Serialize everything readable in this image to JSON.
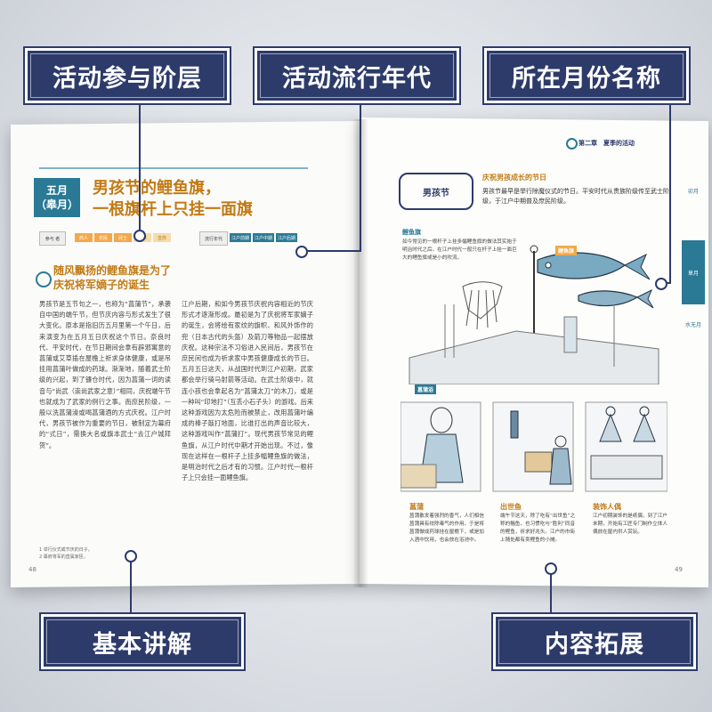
{
  "callouts": {
    "participation": "活动参与阶层",
    "era": "活动流行年代",
    "month": "所在月份名称",
    "basic": "基本讲解",
    "extended": "内容拓展"
  },
  "left_page": {
    "month_line1": "五月",
    "month_line2": "（皋月）",
    "title_line1": "男孩节的鲤鱼旗，",
    "title_line2": "一根旗杆上只挂一面旗",
    "participation_label": "参与\n者",
    "participants": [
      "商人",
      "农民",
      "武士",
      "贵族",
      "皇族"
    ],
    "era_label": "流行年代",
    "eras": [
      "江户前期",
      "江户中期",
      "江户后期"
    ],
    "subtitle_line1": "随风飘扬的鲤鱼旗是为了",
    "subtitle_line2": "庆祝将军嫡子的诞生",
    "col1": "男孩节是五节句之一，也称为“菖蒲节”，承袭自中国的端午节，但节庆内容与形式发生了很大变化。原本是指旧历五月里第一个午日，后来演变为在五月五日庆祝这个节日。奈良时代、平安时代，在节日期间会拿有辟邪寓意的菖蒲或艾草插在屋檐上祈求身体健康，或是吊挂用菖蒲叶做成的药球。渐渐地，随着武士阶级的兴起，到了镰仓时代，因为菖蒲一词的读音与“尚武（崇尚武家之意）”相同，庆祝端午节也就成为了武家的例行之事。而庶民阶级，一般以洗菖蒲澡或喝菖蒲酒的方式庆祝。江户时代，男孩节被作为重要的节日，被制定为幕府的“式日”，需换大名或旗本武士“去江户城拜贺”。",
    "col2": "江户后期，和如今男孩节庆祝内容相近的节庆形式才逐渐形成。最初是为了庆祝将军家嫡子的诞生，会将绘有家纹的旗帜、和风外饰作的兜（日本古代的头盔）及箭刀等物品一起摆放庆祝。这种宗法不习俗进入民间后，男孩节在庶民间也成为祈求家中男孩健康成长的节日。五月五日这天，从战国时代到江户初期，武家都会举行骑马射箭等活动。在武士阶级中，就连小孩也会拿起名为“菖蒲太刀”的木刀，或是一种叫“印地打”（互丢小石子头）的游戏。后来这种游戏因为太危险而被禁止，改用菖蒲叶编成的棒子敲打地面，比谁打出的声音比较大，这种游戏叫作“菖蒲打”。现代男孩节常见的鲤鱼旗，从江户时代中期才开始出现。不过，像现在这样在一根杆子上挂多幅鲤鱼旗的做法，是明治时代之后才有的习惯。江户时代一根杆子上只会挂一面鲤鱼旗。",
    "footnote1": "1 举行仪式或节庆的日子。",
    "footnote2": "2 幕府将军的直属家臣。",
    "page_number": "48"
  },
  "right_page": {
    "chapter": "第二章　夏季的活动",
    "tabs": [
      "卯月",
      "皐月",
      "水无月"
    ],
    "event_name": "男孩节",
    "event_heading": "庆祝男孩成长的节日",
    "event_text": "男孩节最早是举行除魔仪式的节日。平安时代从贵族阶级传至武士阶级，于江户中期普及庶民阶级。",
    "koinobori_label": "鲤鱼旗",
    "koinobori_text": "如今常见的一根杆子上挂多幅鲤鱼旗的做法其实始于明治时代之后。在江户时代一般只在杆子上挂一面巨大的鲤鱼旗或是小的吹流。",
    "koinobori_tag": "鲤鱼旗",
    "shobu_bath_tag": "菖蒲浴",
    "captions": [
      {
        "title": "菖蒲",
        "text": "菖蒲散发着强烈的香气，人们相信菖蒲具有祛除毒气的作用，于是将菖蒲做成药球挂在屋檐下，或是加入酒中饮用，也会放在浴池中。"
      },
      {
        "title": "出世鱼",
        "text": "端午节这天，除了吃有“出世鱼”之称的鲻鱼，也习惯吃与“胜利”同音的鲣鱼，祈求好兆头。江户的市街上随处都有卖鲣鱼的小摊。"
      },
      {
        "title": "装饰人偶",
        "text": "江户初期装饰的是纸偶，到了江户末期，开始有工匠专门制作立体人偶放在屋内供人赏玩。"
      }
    ],
    "page_number": "49"
  },
  "colors": {
    "callout_bg": "#2d3b6b",
    "accent_teal": "#2a7a96",
    "title_orange": "#c27a14",
    "tag_orange": "#f3a84a"
  }
}
